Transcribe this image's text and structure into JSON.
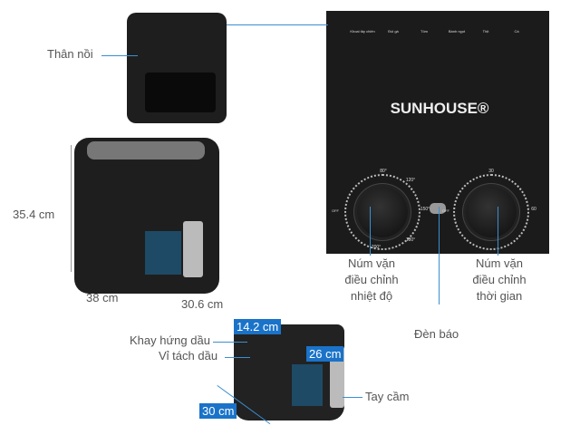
{
  "labels": {
    "body": "Thân nồi",
    "temp_knob": [
      "Núm vặn",
      "điều chỉnh",
      "nhiệt độ"
    ],
    "time_knob": [
      "Núm vặn",
      "điều chỉnh",
      "thời gian"
    ],
    "indicator": "Đèn báo",
    "drip_tray": "Khay hứng dầu",
    "oil_rack": "Vỉ tách dầu",
    "handle": "Tay cầm"
  },
  "dimensions": {
    "height": "35.4 cm",
    "depth": "38 cm",
    "width": "30.6 cm",
    "basket_height": "14.2 cm",
    "basket_width": "26 cm",
    "basket_length": "30 cm"
  },
  "panel": {
    "brand": "SUNHOUSE®",
    "presets": [
      "Khoai tây chiên",
      "Đùi gà",
      "Tôm",
      "Bánh ngọt",
      "Thịt",
      "Cá"
    ],
    "temp_marks": [
      "OFF",
      "80°",
      "120°",
      "150°",
      "180°",
      "200°"
    ],
    "time_marks": [
      "OFF",
      "30",
      "60"
    ]
  },
  "colors": {
    "accent": "#3a8fd0",
    "badge": "#1a73c9",
    "panel": "#1b1b1b"
  }
}
